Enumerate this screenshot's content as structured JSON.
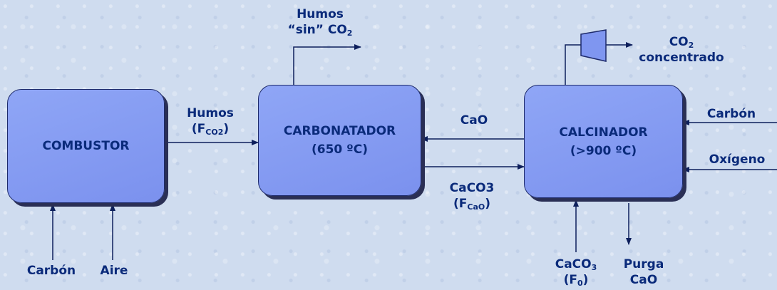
{
  "boxes": {
    "combustor": "COMBUSTOR",
    "carbonatador": {
      "name": "CARBONATADOR",
      "temp": "(650 ºC)"
    },
    "calcinador": {
      "name": "CALCINADOR",
      "temp": "(>900 ºC)"
    }
  },
  "labels": {
    "humos_sin_co2": {
      "line1": "Humos",
      "line2_pre": "“sin” CO",
      "line2_sub": "2"
    },
    "co2_concentrado": {
      "line1_pre": "CO",
      "line1_sub": "2",
      "line2": "concentrado"
    },
    "humos_fco2": {
      "line1": "Humos",
      "line2_pre": "(F",
      "line2_sub": "CO2",
      "line2_post": ")"
    },
    "cao": "CaO",
    "caco3_fcao": {
      "line1": "CaCO3",
      "line2_pre": "(F",
      "line2_sub": "CaO",
      "line2_post": ")"
    },
    "carbon_right": "Carbón",
    "oxigeno": "Oxígeno",
    "carbon_bottom": "Carbón",
    "aire": "Aire",
    "caco3_f0": {
      "line1_pre": "CaCO",
      "line1_sub": "3",
      "line2_pre": "(F",
      "line2_sub": "0",
      "line2_post": ")"
    },
    "purga_cao": {
      "line1": "Purga",
      "line2": "CaO"
    }
  },
  "colors": {
    "box_fill": "#8ba2f4",
    "box_border": "#1d2a6b",
    "box_shadow": "#2a2f55",
    "arrow": "#0d1f5c",
    "text": "#0a2a7a",
    "background": "#cfdcef"
  }
}
